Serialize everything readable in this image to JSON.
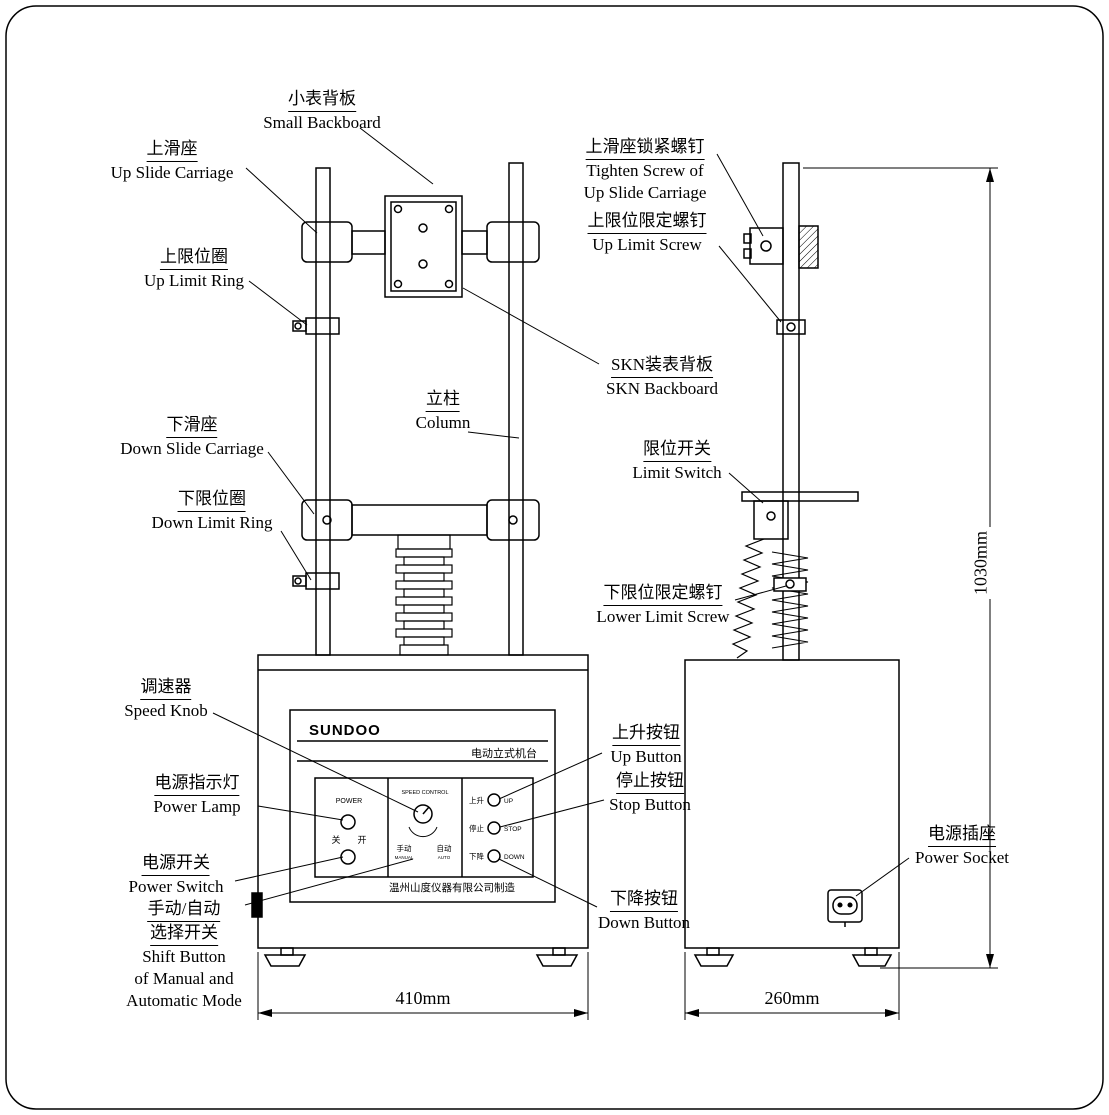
{
  "colors": {
    "line": "#000000",
    "background": "#ffffff"
  },
  "labels": {
    "small_backboard": {
      "zh": "小表背板",
      "en": "Small Backboard"
    },
    "up_slide_carriage": {
      "zh": "上滑座",
      "en": "Up Slide Carriage"
    },
    "up_limit_ring": {
      "zh": "上限位圈",
      "en": "Up Limit Ring"
    },
    "down_slide_carriage": {
      "zh": "下滑座",
      "en": "Down Slide Carriage"
    },
    "down_limit_ring": {
      "zh": "下限位圈",
      "en": "Down Limit Ring"
    },
    "column": {
      "zh": "立柱",
      "en": "Column"
    },
    "skn_backboard": {
      "zh": "SKN装表背板",
      "en": "SKN Backboard"
    },
    "tighten_screw": {
      "zh": "上滑座锁紧螺钉",
      "en1": "Tighten Screw of",
      "en2": "Up Slide Carriage"
    },
    "up_limit_screw": {
      "zh": "上限位限定螺钉",
      "en": "Up Limit Screw"
    },
    "limit_switch": {
      "zh": "限位开关",
      "en": "Limit Switch"
    },
    "lower_limit_screw": {
      "zh": "下限位限定螺钉",
      "en": "Lower Limit Screw"
    },
    "speed_knob": {
      "zh": "调速器",
      "en": "Speed Knob"
    },
    "power_lamp": {
      "zh": "电源指示灯",
      "en": "Power Lamp"
    },
    "power_switch": {
      "zh": "电源开关",
      "en": "Power Switch"
    },
    "shift_button": {
      "zh1": "手动/自动",
      "zh2": "选择开关",
      "en1": "Shift Button",
      "en2": "of Manual and",
      "en3": "Automatic Mode"
    },
    "up_button": {
      "zh": "上升按钮",
      "en": "Up Button"
    },
    "stop_button": {
      "zh": "停止按钮",
      "en": "Stop Button"
    },
    "down_button": {
      "zh": "下降按钮",
      "en": "Down Button"
    },
    "power_socket": {
      "zh": "电源插座",
      "en": "Power Socket"
    }
  },
  "panel": {
    "brand": "SUNDOO",
    "model": "电动立式机台",
    "power": "POWER",
    "off": "关",
    "on": "开",
    "speed": "SPEED CONTROL",
    "manual_zh": "手动",
    "manual_en": "MANUAL",
    "auto_zh": "自动",
    "auto_en": "AUTO",
    "up_zh": "上升",
    "up_en": "UP",
    "stop_zh": "停止",
    "stop_en": "STOP",
    "down_zh": "下降",
    "down_en": "DOWN",
    "maker": "温州山度仪器有限公司制造"
  },
  "dimensions": {
    "front_width": "410mm",
    "side_width": "260mm",
    "height": "1030mm"
  }
}
